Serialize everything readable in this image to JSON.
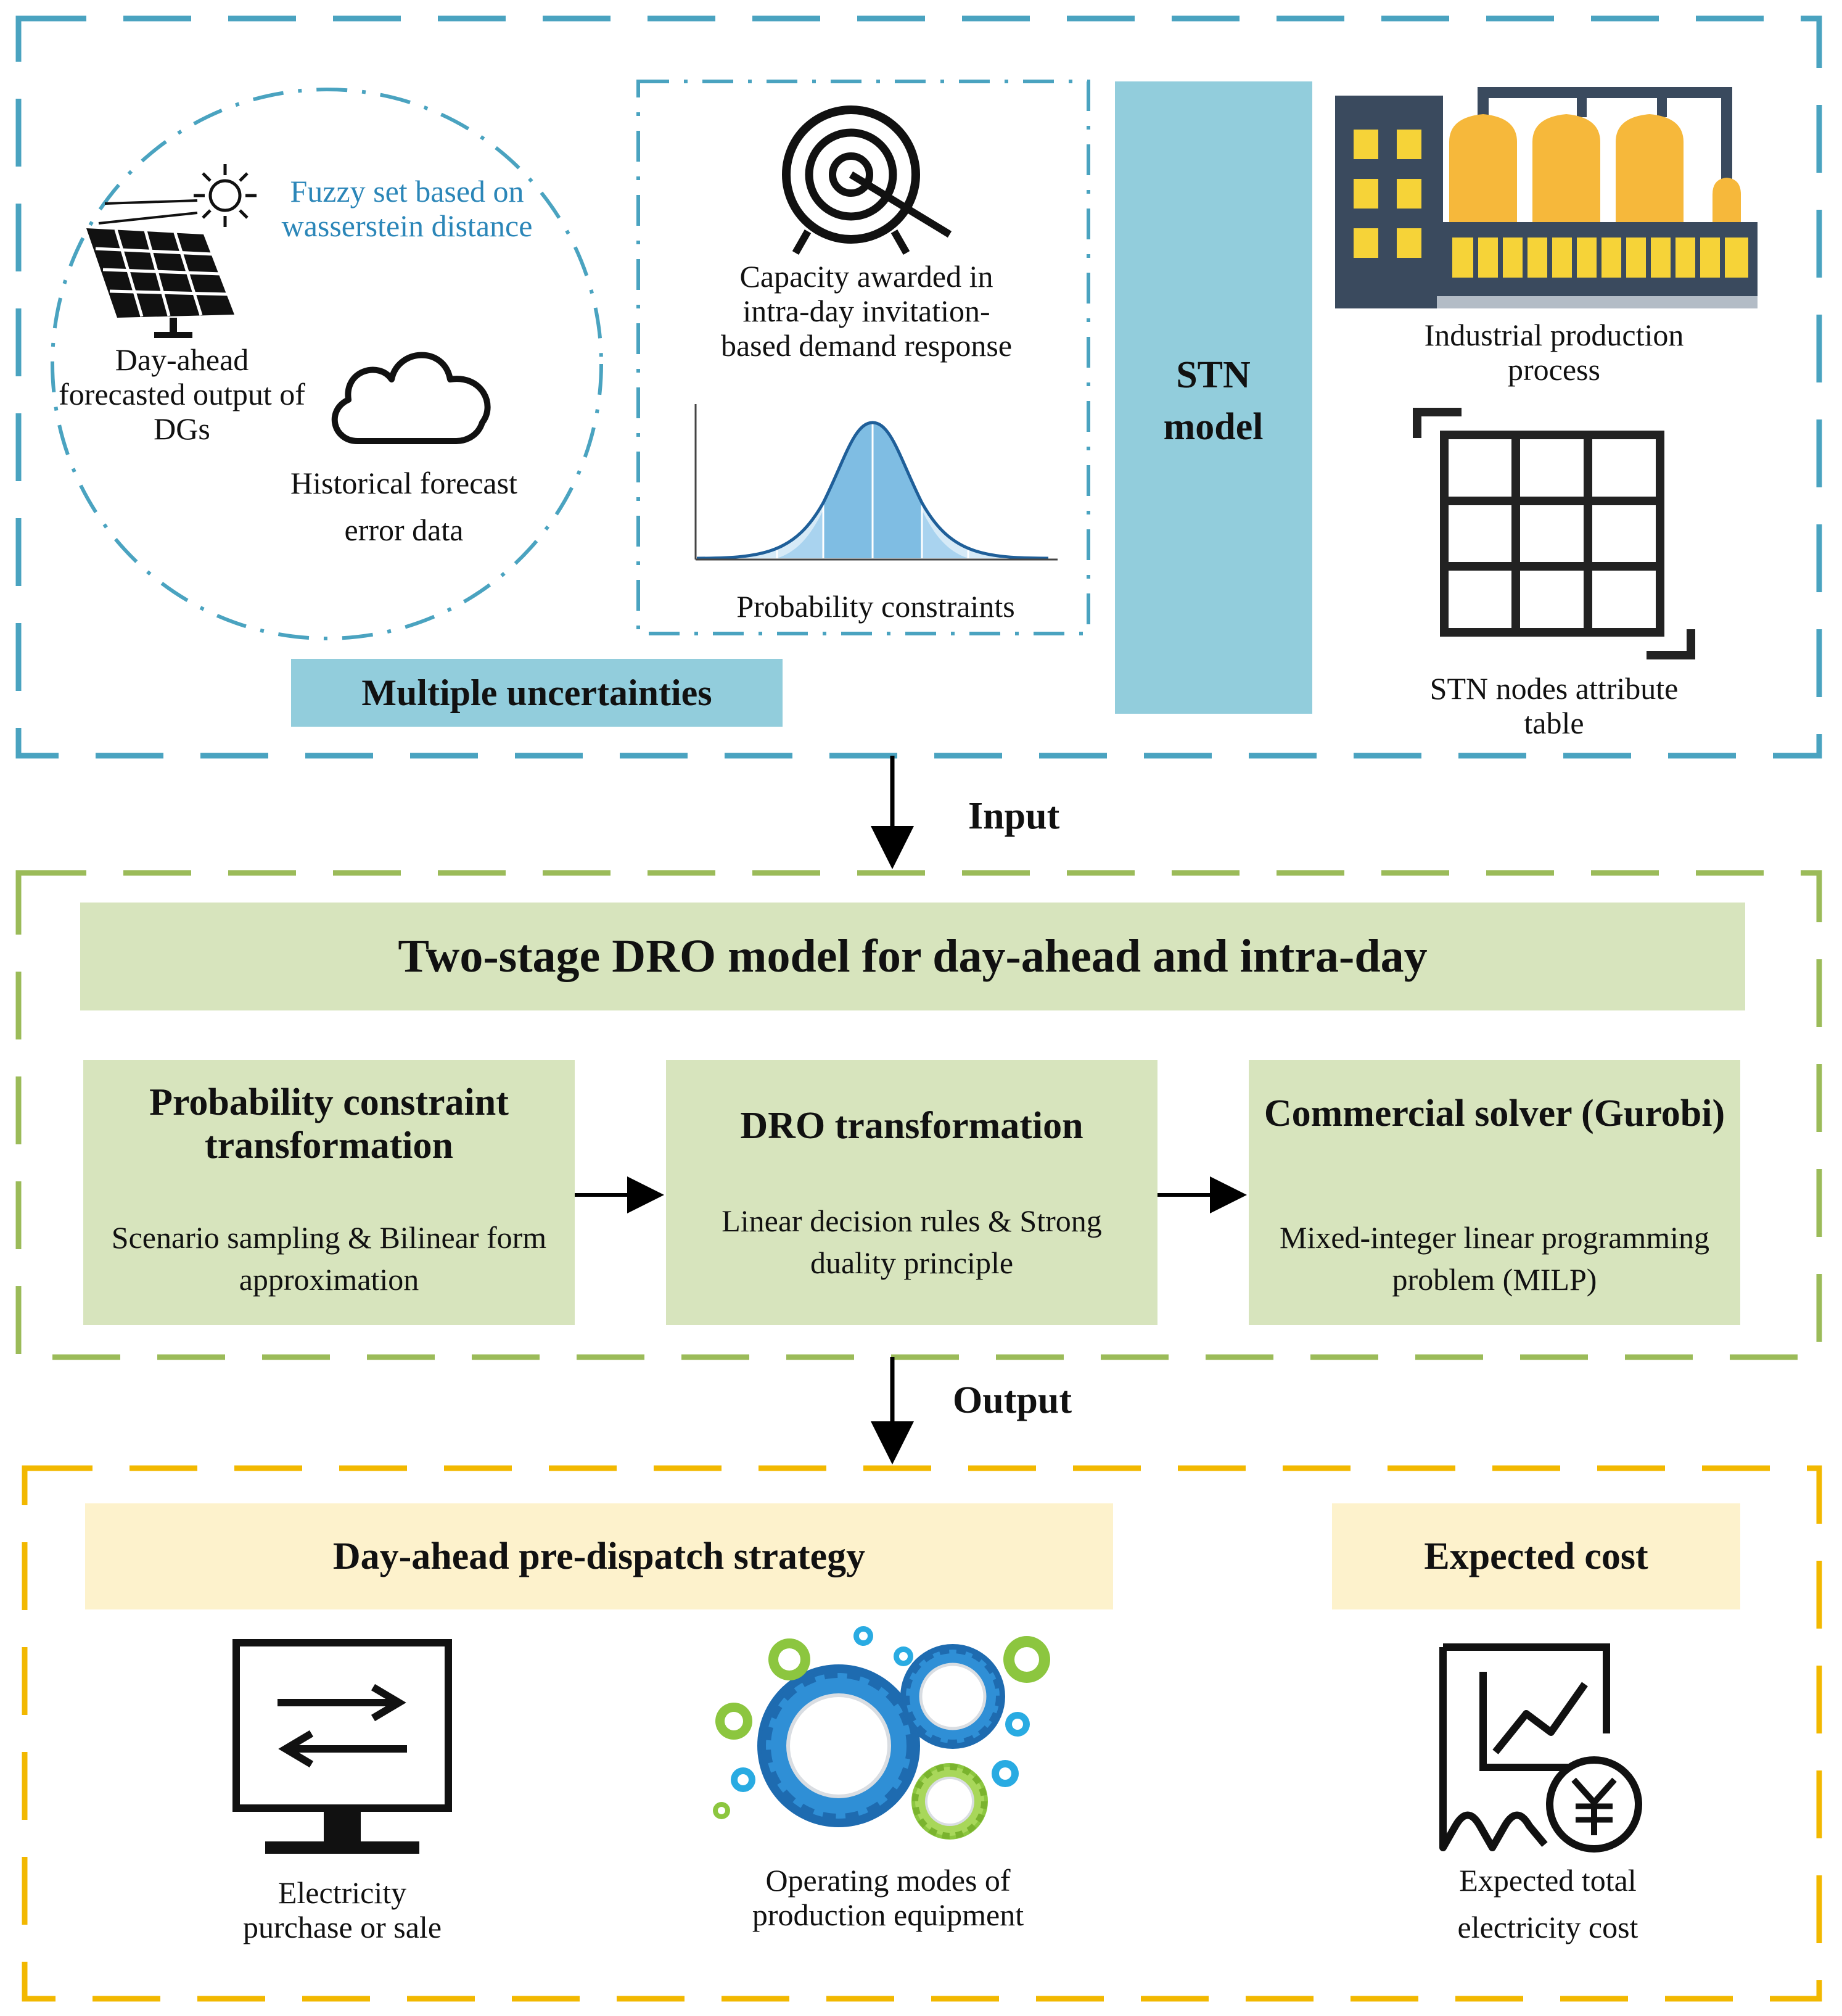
{
  "top": {
    "fuzzy_set": "Fuzzy set based on wasserstein distance",
    "day_ahead_output": "Day-ahead forecasted output of DGs",
    "historical_error": "Historical forecast error data",
    "capacity_awarded": "Capacity awarded in intra-day invitation-based demand response",
    "probability_constraints": "Probability constraints",
    "multiple_uncertainties": "Multiple uncertainties",
    "stn_model": "STN model",
    "industrial_process": "Industrial production process",
    "stn_nodes_table": "STN nodes attribute table"
  },
  "arrows": {
    "input": "Input",
    "output": "Output"
  },
  "middle": {
    "title": "Two-stage DRO model for day-ahead and intra-day",
    "box1_title": "Probability constraint transformation",
    "box1_desc": "Scenario sampling & Bilinear form approximation",
    "box2_title": "DRO transformation",
    "box2_desc": "Linear decision rules & Strong duality principle",
    "box3_title": "Commercial solver (Gurobi)",
    "box3_desc": "Mixed-integer linear programming problem (MILP)"
  },
  "bottom": {
    "strategy_title": "Day-ahead pre-dispatch strategy",
    "expected_cost_title": "Expected cost",
    "electricity_trade": "Electricity purchase or sale",
    "operating_modes": "Operating modes of production equipment",
    "expected_total_cost": "Expected total electricity cost"
  },
  "colors": {
    "blue_frame": "#4aa3c0",
    "green_frame": "#9bbb59",
    "yellow_frame": "#f2b800",
    "stn_fill": "#92cddc",
    "green_fill": "#d7e4bd",
    "yellow_fill": "#fdf2cc"
  },
  "icons": [
    "solar-panel-icon",
    "sun-icon",
    "cloud-icon",
    "target-icon",
    "bell-curve-icon",
    "factory-icon",
    "grid-table-icon",
    "monitor-exchange-icon",
    "gears-icon",
    "cost-document-icon"
  ]
}
